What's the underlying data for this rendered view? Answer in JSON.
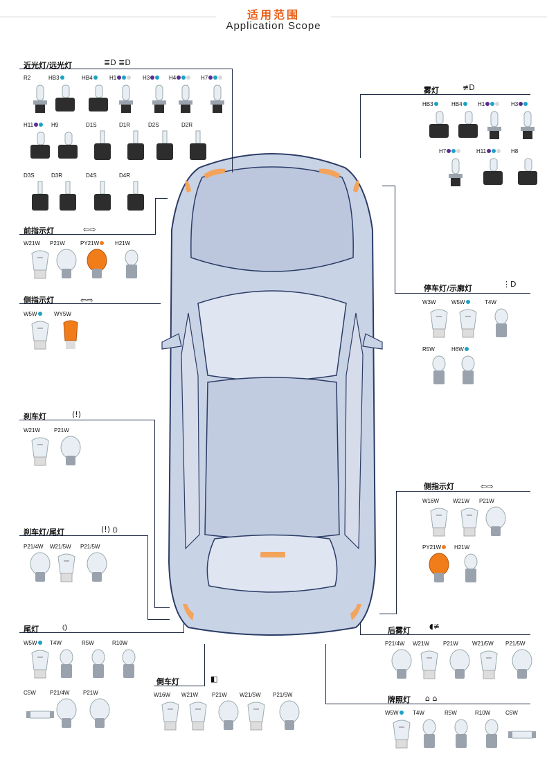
{
  "header": {
    "title": "适用范围",
    "subtitle": "Application Scope"
  },
  "colors": {
    "blue_dot": "#1ba3c6",
    "purple_dot": "#5b2c8f",
    "grey_dot": "#d7d7d7",
    "orange_dot": "#ee7d22",
    "line": "#1f2a44",
    "car_body": "#c9d3e6",
    "car_outline": "#2b3c66",
    "amber": "#f3a45c"
  },
  "sections": {
    "low_high_beam": {
      "title": "近光灯/远光灯",
      "symbol": "≣D ≣D",
      "bulbs": [
        {
          "label": "R2",
          "dots": [],
          "icon": "halogen-bulb-icon"
        },
        {
          "label": "HB3",
          "dots": [
            "blue"
          ],
          "icon": "halogen-socket-bulb-icon"
        },
        {
          "label": "HB4",
          "dots": [
            "blue"
          ],
          "icon": "halogen-socket-bulb-icon"
        },
        {
          "label": "H1",
          "dots": [
            "purple",
            "blue",
            "grey"
          ],
          "icon": "halogen-bulb-icon"
        },
        {
          "label": "H3",
          "dots": [
            "purple",
            "blue"
          ],
          "icon": "halogen-bulb-icon"
        },
        {
          "label": "H4",
          "dots": [
            "purple",
            "blue",
            "grey"
          ],
          "icon": "halogen-bulb-icon"
        },
        {
          "label": "H7",
          "dots": [
            "purple",
            "blue",
            "grey"
          ],
          "icon": "halogen-bulb-icon"
        },
        {
          "label": "H11",
          "dots": [
            "purple",
            "blue"
          ],
          "icon": "halogen-socket-bulb-icon"
        },
        {
          "label": "H9",
          "dots": [],
          "icon": "halogen-socket-bulb-icon"
        },
        {
          "label": "D1S",
          "dots": [],
          "icon": "xenon-bulb-icon"
        },
        {
          "label": "D1R",
          "dots": [],
          "icon": "xenon-bulb-icon"
        },
        {
          "label": "D2S",
          "dots": [],
          "icon": "xenon-bulb-icon"
        },
        {
          "label": "D2R",
          "dots": [],
          "icon": "xenon-bulb-icon"
        },
        {
          "label": "D3S",
          "dots": [],
          "icon": "xenon-bulb-icon"
        },
        {
          "label": "D3R",
          "dots": [],
          "icon": "xenon-bulb-icon"
        },
        {
          "label": "D4S",
          "dots": [],
          "icon": "xenon-bulb-icon"
        },
        {
          "label": "D4R",
          "dots": [],
          "icon": "xenon-bulb-icon"
        }
      ]
    },
    "front_indicator": {
      "title": "前指示灯",
      "symbol": "⇦⇨",
      "bulbs": [
        {
          "label": "W21W",
          "dots": [],
          "icon": "wedge-bulb-icon"
        },
        {
          "label": "P21W",
          "dots": [],
          "icon": "bayonet-bulb-icon"
        },
        {
          "label": "PY21W",
          "dots": [
            "orange"
          ],
          "icon": "amber-bulb-icon"
        },
        {
          "label": "H21W",
          "dots": [],
          "icon": "small-bulb-icon"
        }
      ]
    },
    "side_indicator_left": {
      "title": "侧指示灯",
      "symbol": "⇦⇨",
      "bulbs": [
        {
          "label": "W5W",
          "dots": [
            "blue"
          ],
          "icon": "wedge-bulb-icon"
        },
        {
          "label": "WY5W",
          "dots": [],
          "icon": "amber-wedge-bulb-icon"
        }
      ]
    },
    "brake": {
      "title": "刹车灯",
      "symbol": "(!)",
      "bulbs": [
        {
          "label": "W21W",
          "dots": [],
          "icon": "wedge-bulb-icon"
        },
        {
          "label": "P21W",
          "dots": [],
          "icon": "bayonet-bulb-icon"
        }
      ]
    },
    "brake_tail": {
      "title": "刹车灯/尾灯",
      "symbol": "(!) ⦅⦆",
      "bulbs": [
        {
          "label": "P21/4W",
          "dots": [],
          "icon": "bayonet-bulb-icon"
        },
        {
          "label": "W21/5W",
          "dots": [],
          "icon": "wedge-bulb-icon"
        },
        {
          "label": "P21/5W",
          "dots": [],
          "icon": "bayonet-bulb-icon"
        }
      ]
    },
    "tail": {
      "title": "尾灯",
      "symbol": "⦅⦆",
      "bulbs": [
        {
          "label": "W5W",
          "dots": [
            "blue"
          ],
          "icon": "wedge-bulb-icon"
        },
        {
          "label": "T4W",
          "dots": [],
          "icon": "small-bulb-icon"
        },
        {
          "label": "R5W",
          "dots": [],
          "icon": "small-bulb-icon"
        },
        {
          "label": "R10W",
          "dots": [],
          "icon": "small-bulb-icon"
        },
        {
          "label": "C5W",
          "dots": [],
          "icon": "festoon-bulb-icon"
        },
        {
          "label": "P21/4W",
          "dots": [],
          "icon": "bayonet-bulb-icon"
        },
        {
          "label": "P21W",
          "dots": [],
          "icon": "bayonet-bulb-icon"
        }
      ]
    },
    "reverse": {
      "title": "倒车灯",
      "symbol": "◧",
      "bulbs": [
        {
          "label": "W16W",
          "dots": [],
          "icon": "wedge-bulb-icon"
        },
        {
          "label": "W21W",
          "dots": [],
          "icon": "wedge-bulb-icon"
        },
        {
          "label": "P21W",
          "dots": [],
          "icon": "bayonet-bulb-icon"
        },
        {
          "label": "W21/5W",
          "dots": [],
          "icon": "wedge-bulb-icon"
        },
        {
          "label": "P21/5W",
          "dots": [],
          "icon": "bayonet-bulb-icon"
        }
      ]
    },
    "fog": {
      "title": "雾灯",
      "symbol": "≢D",
      "bulbs": [
        {
          "label": "HB3",
          "dots": [
            "blue"
          ],
          "icon": "halogen-socket-bulb-icon"
        },
        {
          "label": "HB4",
          "dots": [
            "blue"
          ],
          "icon": "halogen-socket-bulb-icon"
        },
        {
          "label": "H1",
          "dots": [
            "purple",
            "blue",
            "grey"
          ],
          "icon": "halogen-bulb-icon"
        },
        {
          "label": "H3",
          "dots": [
            "purple",
            "blue"
          ],
          "icon": "halogen-bulb-icon"
        },
        {
          "label": "H7",
          "dots": [
            "purple",
            "blue",
            "grey"
          ],
          "icon": "halogen-bulb-icon"
        },
        {
          "label": "H11",
          "dots": [
            "purple",
            "blue",
            "grey"
          ],
          "icon": "halogen-socket-bulb-icon"
        },
        {
          "label": "H8",
          "dots": [],
          "icon": "halogen-socket-bulb-icon"
        }
      ]
    },
    "parking": {
      "title": "停车灯/示廓灯",
      "symbol": "⋮D",
      "bulbs": [
        {
          "label": "W3W",
          "dots": [],
          "icon": "wedge-bulb-icon"
        },
        {
          "label": "W5W",
          "dots": [
            "blue"
          ],
          "icon": "wedge-bulb-icon"
        },
        {
          "label": "T4W",
          "dots": [],
          "icon": "small-bulb-icon"
        },
        {
          "label": "R5W",
          "dots": [],
          "icon": "small-bulb-icon"
        },
        {
          "label": "H6W",
          "dots": [
            "blue"
          ],
          "icon": "small-bulb-icon"
        }
      ]
    },
    "side_indicator_right": {
      "title": "侧指示灯",
      "symbol": "⇦⇨",
      "bulbs": [
        {
          "label": "W16W",
          "dots": [],
          "icon": "wedge-bulb-icon"
        },
        {
          "label": "W21W",
          "dots": [],
          "icon": "wedge-bulb-icon"
        },
        {
          "label": "P21W",
          "dots": [],
          "icon": "bayonet-bulb-icon"
        },
        {
          "label": "PY21W",
          "dots": [
            "orange"
          ],
          "icon": "amber-bulb-icon"
        },
        {
          "label": "H21W",
          "dots": [],
          "icon": "small-bulb-icon"
        }
      ]
    },
    "rear_fog": {
      "title": "后雾灯",
      "symbol": "◖≢",
      "bulbs": [
        {
          "label": "P21/4W",
          "dots": [],
          "icon": "bayonet-bulb-icon"
        },
        {
          "label": "W21W",
          "dots": [],
          "icon": "wedge-bulb-icon"
        },
        {
          "label": "P21W",
          "dots": [],
          "icon": "bayonet-bulb-icon"
        },
        {
          "label": "W21/5W",
          "dots": [],
          "icon": "wedge-bulb-icon"
        },
        {
          "label": "P21/5W",
          "dots": [],
          "icon": "bayonet-bulb-icon"
        }
      ]
    },
    "plate": {
      "title": "牌照灯",
      "symbol": "⌂ ⌂",
      "bulbs": [
        {
          "label": "W5W",
          "dots": [
            "blue"
          ],
          "icon": "wedge-bulb-icon"
        },
        {
          "label": "T4W",
          "dots": [],
          "icon": "small-bulb-icon"
        },
        {
          "label": "R5W",
          "dots": [],
          "icon": "small-bulb-icon"
        },
        {
          "label": "R10W",
          "dots": [],
          "icon": "small-bulb-icon"
        },
        {
          "label": "C5W",
          "dots": [],
          "icon": "festoon-bulb-icon"
        }
      ]
    }
  }
}
